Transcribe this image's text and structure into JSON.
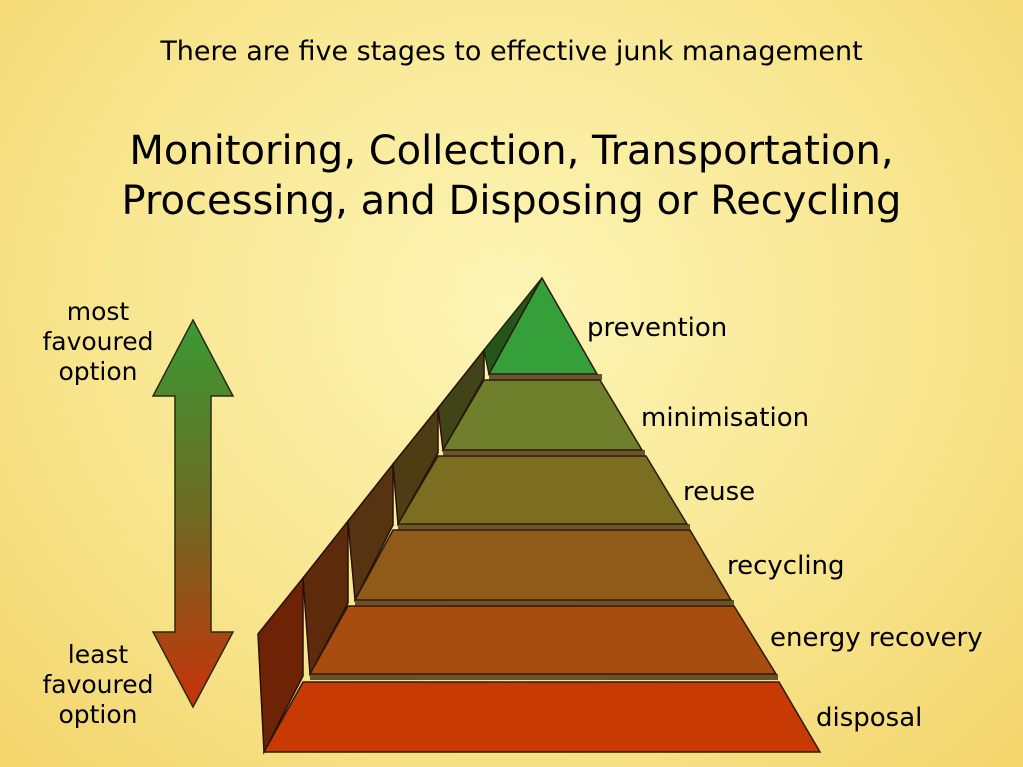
{
  "header": {
    "subtitle": "There are five stages to effective junk management",
    "title_line1": "Monitoring, Collection, Transportation,",
    "title_line2": "Processing, and Disposing or Recycling"
  },
  "scale": {
    "top_label": [
      "most",
      "favoured",
      "option"
    ],
    "bottom_label": [
      "least",
      "favoured",
      "option"
    ],
    "colors": {
      "top": "#3a9a35",
      "bottom": "#c8320a"
    }
  },
  "pyramid": {
    "tiers": [
      {
        "label": "prevention",
        "color": "#35a03a"
      },
      {
        "label": "minimisation",
        "color": "#6f7f2b"
      },
      {
        "label": "reuse",
        "color": "#7c6e20"
      },
      {
        "label": "recycling",
        "color": "#905a18"
      },
      {
        "label": "energy recovery",
        "color": "#a84d10"
      },
      {
        "label": "disposal",
        "color": "#c83a04"
      }
    ]
  }
}
